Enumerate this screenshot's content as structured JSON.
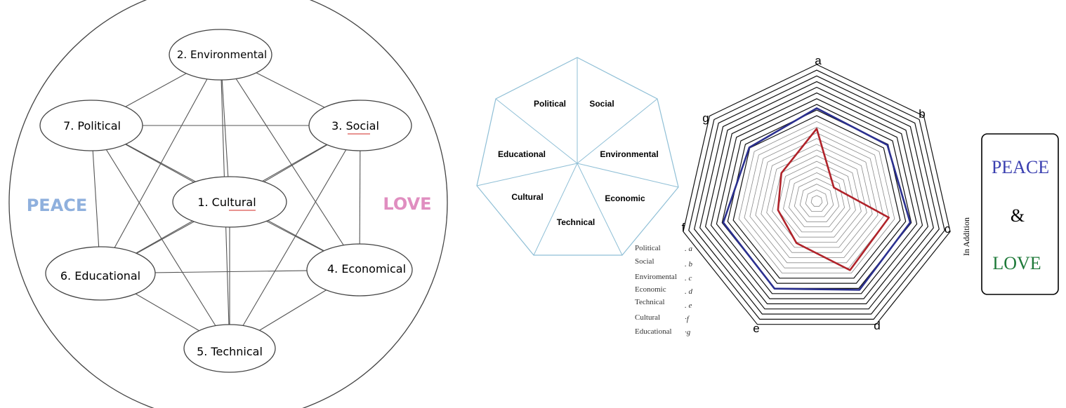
{
  "network": {
    "nodes": [
      {
        "key": "cultural",
        "label": "1. Cultural"
      },
      {
        "key": "environmental",
        "label": "2. Environmental"
      },
      {
        "key": "social",
        "label": "3. Social"
      },
      {
        "key": "economical",
        "label": "4. Economical"
      },
      {
        "key": "technical",
        "label": "5. Technical"
      },
      {
        "key": "educational",
        "label": "6. Educational"
      },
      {
        "key": "political",
        "label": "7. Political"
      }
    ],
    "left_word": "PEACE",
    "right_word": "LOVE",
    "left_word_color": "#8fb0dd",
    "right_word_color": "#e08ec0",
    "spellcheck_underline_color": "#d9534f"
  },
  "heptagon": {
    "segments": [
      "Political",
      "Social",
      "Environmental",
      "Economic",
      "Technical",
      "Cultural",
      "Educational"
    ],
    "line_color": "#8fbfd6"
  },
  "legend": {
    "items": [
      {
        "label": "Political",
        "letter": ". a"
      },
      {
        "label": "Social",
        "letter": ". b"
      },
      {
        "label": "Enviromental",
        "letter": ". c"
      },
      {
        "label": "Economic",
        "letter": ". d"
      },
      {
        "label": "Technical",
        "letter": ". e"
      },
      {
        "label": "Cultural",
        "letter": "·f"
      },
      {
        "label": "Educational",
        "letter": "·g"
      }
    ]
  },
  "radar": {
    "axes": [
      "a",
      "b",
      "c",
      "d",
      "e",
      "f",
      "g"
    ],
    "ring_count": 24,
    "series": [
      {
        "color": "#2a2f8f",
        "values": [
          0.68,
          0.66,
          0.7,
          0.72,
          0.71,
          0.7,
          0.63
        ]
      },
      {
        "color": "#b0232a",
        "values": [
          0.53,
          0.16,
          0.54,
          0.56,
          0.34,
          0.29,
          0.33
        ]
      }
    ]
  },
  "side_label": "In Addition",
  "box": {
    "line1": "PEACE",
    "amp": "&",
    "line2": "LOVE",
    "line1_color": "#3a3fb0",
    "line2_color": "#1f7a3a"
  }
}
